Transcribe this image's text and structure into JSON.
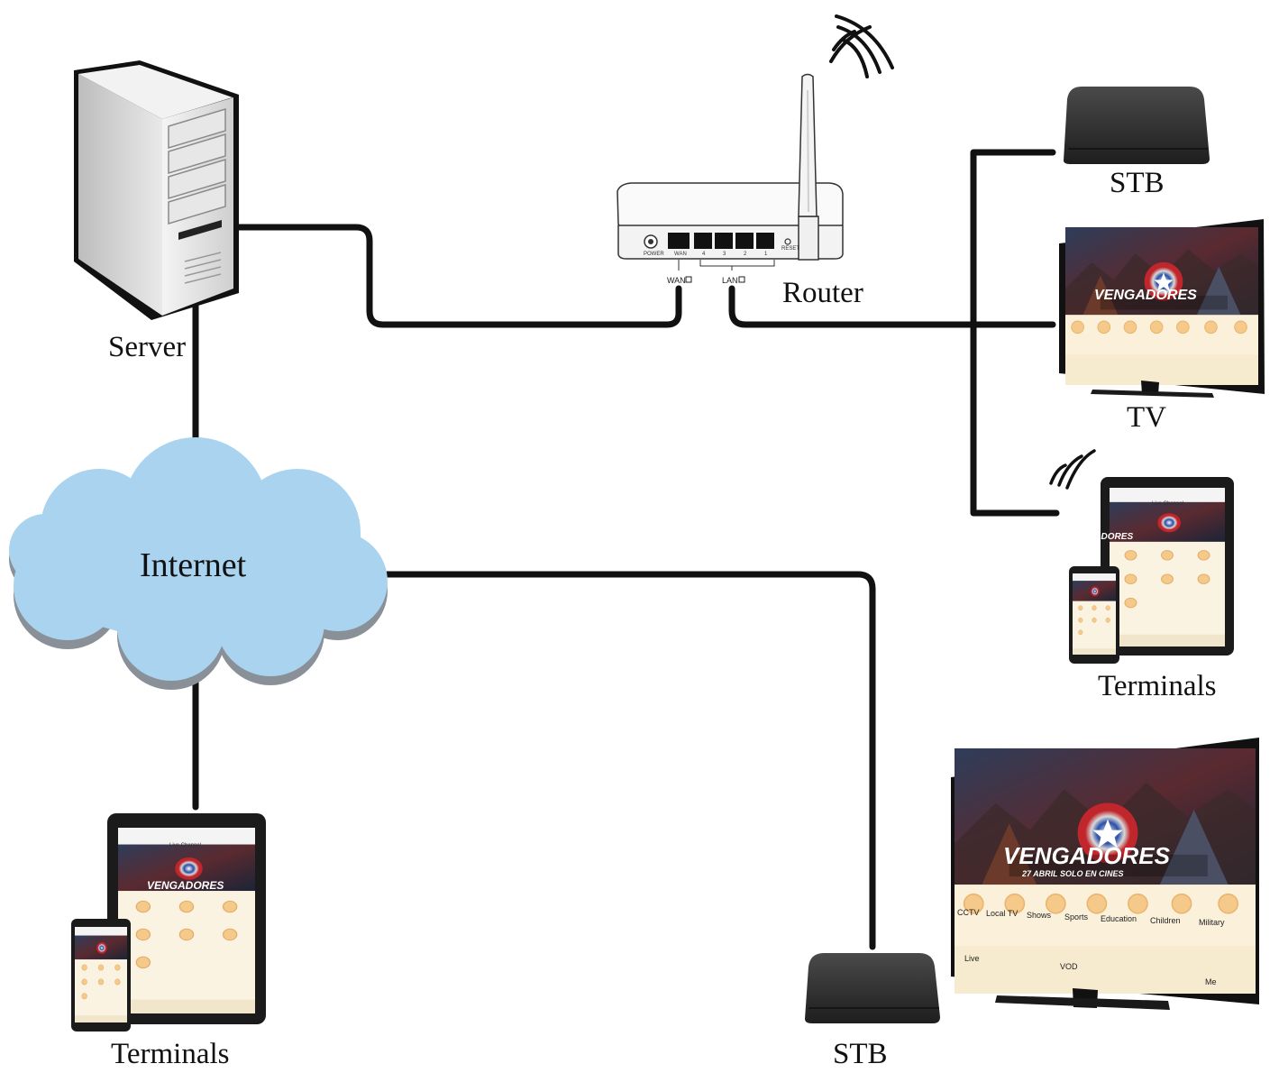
{
  "labels": {
    "server": "Server",
    "router": "Router",
    "internet": "Internet",
    "stb_top": "STB",
    "tv": "TV",
    "terminals_right": "Terminals",
    "terminals_left": "Terminals",
    "stb_bottom": "STB"
  },
  "router_ports": {
    "power": "POWER",
    "wan": "WAN",
    "lan": "LAN",
    "reset": "RESET",
    "port_numbers": [
      "WAN",
      "4",
      "3",
      "2",
      "1"
    ]
  },
  "screen": {
    "movie_title": "VENGADORES",
    "movie_subtitle": "27 ABRIL SOLO EN CINES",
    "app_header": "Live Channel",
    "categories": [
      "CCTV",
      "Local TV",
      "Shows",
      "Sports",
      "Education",
      "Children",
      "Military"
    ],
    "nav": [
      "Live",
      "VOD",
      "Me"
    ]
  },
  "colors": {
    "cloud": "#a7d2ee",
    "cable": "#111111",
    "server_body": "#e6e6e6",
    "stb": "#2f2f2f",
    "screen_panel": "#fbeed0",
    "icon_gold": "#f2c27a"
  }
}
